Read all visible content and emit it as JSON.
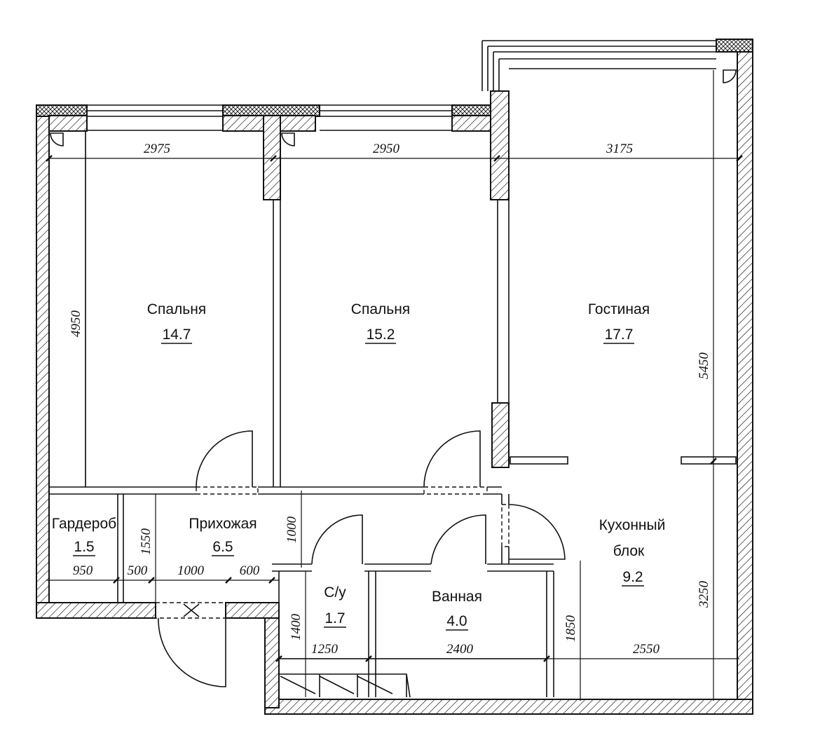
{
  "rooms": {
    "bedroom1": {
      "name": "Спальня",
      "area": "14.7"
    },
    "bedroom2": {
      "name": "Спальня",
      "area": "15.2"
    },
    "living": {
      "name": "Гостиная",
      "area": "17.7"
    },
    "wardrobe": {
      "name": "Гардероб",
      "area": "1.5"
    },
    "hallway": {
      "name": "Прихожая",
      "area": "6.5"
    },
    "wc": {
      "name": "С/у",
      "area": "1.7"
    },
    "bath": {
      "name": "Ванная",
      "area": "4.0"
    },
    "kitchen": {
      "name_line1": "Кухонный",
      "name_line2": "блок",
      "area": "9.2"
    }
  },
  "dimensions": {
    "top_1": "2975",
    "top_2": "2950",
    "top_3": "3175",
    "left_height": "4950",
    "right_upper": "5450",
    "right_lower": "3250",
    "wardrobe_w": "950",
    "corridor_500": "500",
    "door_1000": "1000",
    "corridor_600": "600",
    "wardrobe_h": "1550",
    "hall_1000": "1000",
    "wc_w": "1250",
    "bath_w": "2400",
    "kitchen_w": "2550",
    "wc_h": "1400",
    "bath_h": "1850"
  }
}
